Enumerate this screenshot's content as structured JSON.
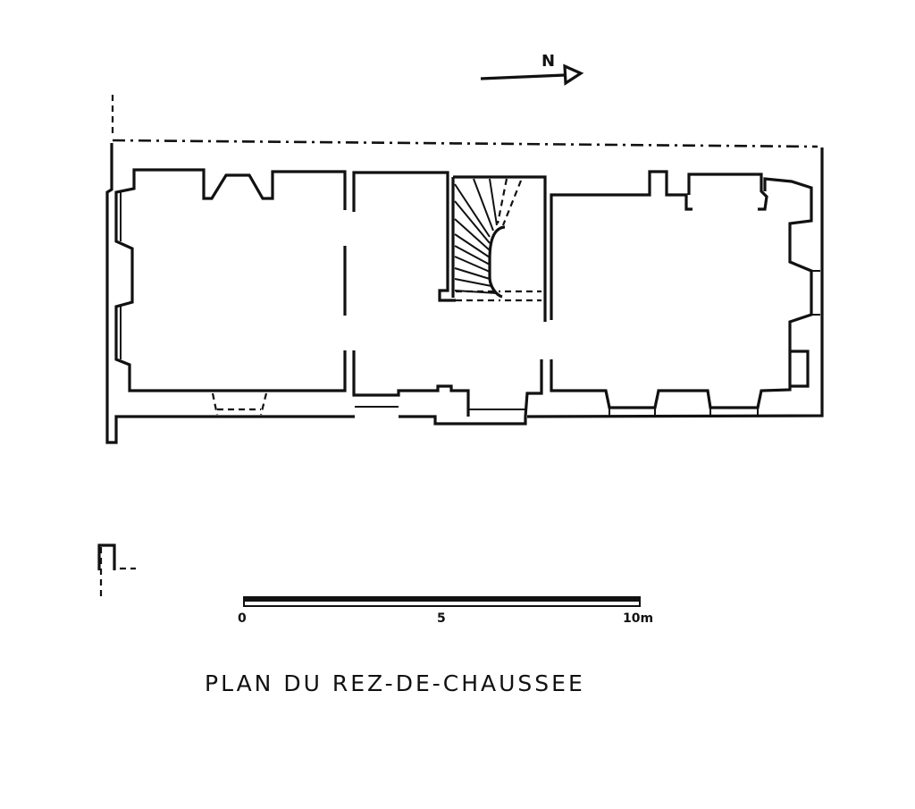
{
  "drawing": {
    "north_label": "N",
    "scale": {
      "start": "0",
      "mid": "5",
      "end": "10m"
    },
    "title": "PLAN DU REZ-DE-CHAUSSEE"
  }
}
